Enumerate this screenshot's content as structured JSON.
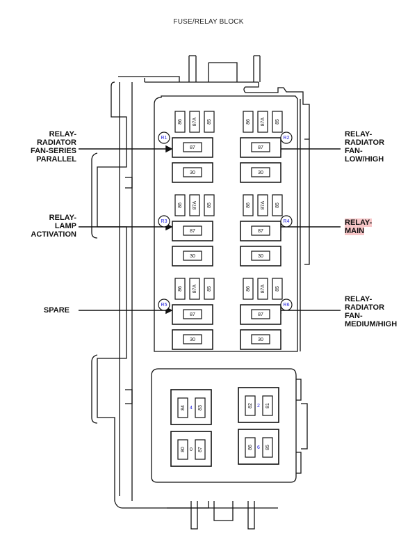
{
  "title": "FUSE/RELAY BLOCK",
  "callouts": [
    {
      "id": "R1",
      "side": "left",
      "lines": [
        "RELAY-",
        "RADIATOR",
        "FAN-SERIES",
        "PARALLEL"
      ],
      "highlight": false
    },
    {
      "id": "R3",
      "side": "left",
      "lines": [
        "RELAY-",
        "LAMP",
        "ACTIVATION"
      ],
      "highlight": false
    },
    {
      "id": "R5",
      "side": "left",
      "lines": [
        "SPARE"
      ],
      "highlight": false
    },
    {
      "id": "R2",
      "side": "right",
      "lines": [
        "RELAY-",
        "RADIATOR",
        "FAN-",
        "LOW/HIGH"
      ],
      "highlight": false
    },
    {
      "id": "R4",
      "side": "right",
      "lines": [
        "RELAY-",
        "MAIN"
      ],
      "highlight": true
    },
    {
      "id": "R6",
      "side": "right",
      "lines": [
        "RELAY-",
        "RADIATOR",
        "FAN-",
        "MEDIUM/HIGH"
      ],
      "highlight": false
    }
  ],
  "relays": [
    {
      "id": "R1",
      "pins_top": [
        "86",
        "87A",
        "85"
      ],
      "pin_mid": "87",
      "pin_bottom": "30"
    },
    {
      "id": "R2",
      "pins_top": [
        "86",
        "87A",
        "85"
      ],
      "pin_mid": "87",
      "pin_bottom": "30"
    },
    {
      "id": "R3",
      "pins_top": [
        "86",
        "87A",
        "85"
      ],
      "pin_mid": "87",
      "pin_bottom": "30"
    },
    {
      "id": "R4",
      "pins_top": [
        "86",
        "87A",
        "85"
      ],
      "pin_mid": "87",
      "pin_bottom": "30"
    },
    {
      "id": "R5",
      "pins_top": [
        "86",
        "87A",
        "85"
      ],
      "pin_mid": "87",
      "pin_bottom": "30"
    },
    {
      "id": "R6",
      "pins_top": [
        "86",
        "87A",
        "85"
      ],
      "pin_mid": "87",
      "pin_bottom": "30"
    }
  ],
  "sockets": [
    {
      "id": "4",
      "pins": [
        "84",
        "83"
      ]
    },
    {
      "id": "2",
      "pins": [
        "82",
        "81"
      ]
    },
    {
      "id": "0",
      "pins": [
        "80",
        "87"
      ]
    },
    {
      "id": "6",
      "pins": [
        "86",
        "85"
      ]
    }
  ],
  "colors": {
    "line": "#111111",
    "relay_id": "#1a1adc",
    "highlight": "#f7c6c8"
  }
}
